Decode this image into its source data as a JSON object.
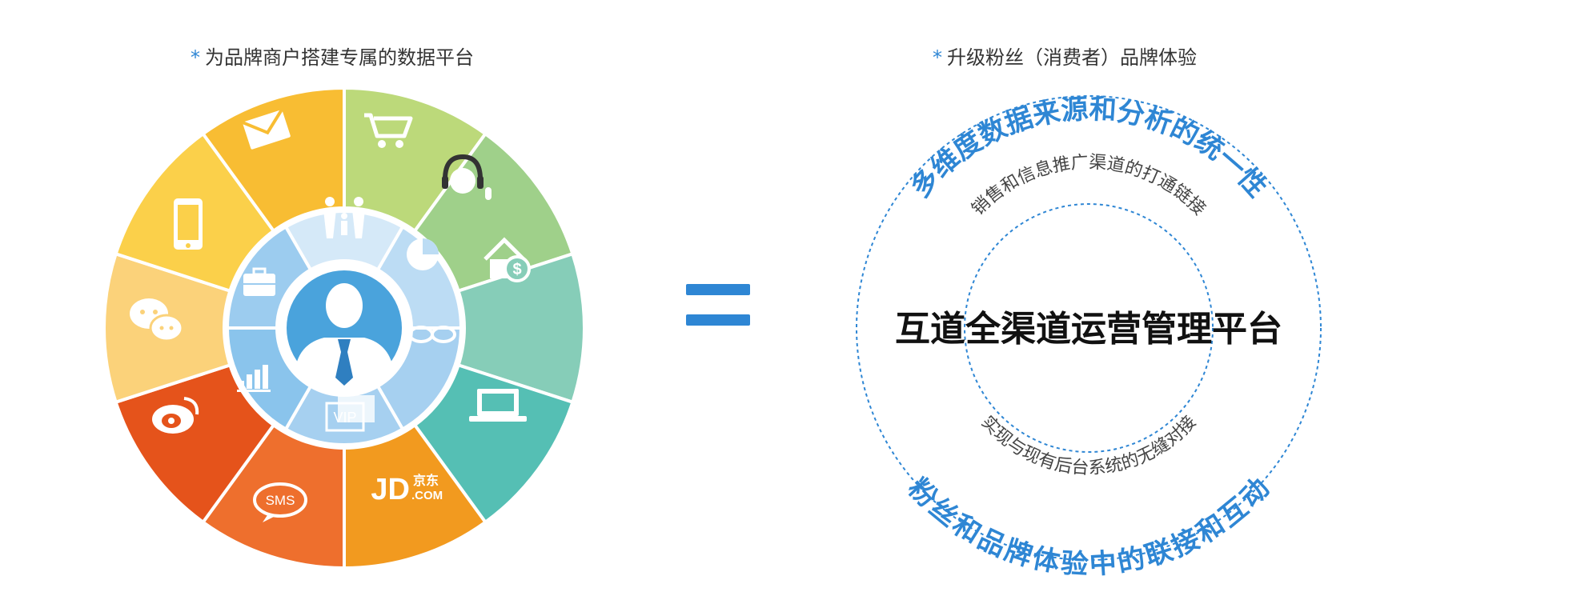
{
  "left_caption": {
    "star": "*",
    "text": "为品牌商户搭建专属的数据平台"
  },
  "right_caption": {
    "star": "*",
    "text": "升级粉丝（消费者）品牌体验"
  },
  "equals_sign": "=",
  "wheel": {
    "outer_segments": [
      {
        "icon": "shopping-cart-icon",
        "color": "#bcd97a"
      },
      {
        "icon": "headset-agent-icon",
        "color": "#9fd08a"
      },
      {
        "icon": "house-dollar-icon",
        "color": "#86cdb8"
      },
      {
        "icon": "laptop-cart-icon",
        "color": "#55bfb4"
      },
      {
        "icon": "jd-logo-icon",
        "color": "#f29a1f",
        "labels": [
          "JD",
          "京东",
          ".COM"
        ]
      },
      {
        "icon": "sms-bubble-icon",
        "color": "#ee6f2d",
        "label": "SMS"
      },
      {
        "icon": "weibo-icon",
        "color": "#e5531b"
      },
      {
        "icon": "wechat-icon",
        "color": "#fbd27a"
      },
      {
        "icon": "mobile-cart-icon",
        "color": "#fbd04a"
      },
      {
        "icon": "envelope-icon",
        "color": "#f8bd33"
      }
    ],
    "inner_segments": [
      {
        "icon": "family-icon",
        "color": "#d5e9f8"
      },
      {
        "icon": "pie-chart-icon",
        "color": "#bcdcf4"
      },
      {
        "icon": "glasses-icon",
        "color": "#a6d0f0"
      },
      {
        "icon": "vip-card-icon",
        "color": "#a6d0f0",
        "label": "VIP"
      },
      {
        "icon": "bar-chart-icon",
        "color": "#8ac4ec"
      },
      {
        "icon": "briefcase-icon",
        "color": "#9cccef"
      }
    ],
    "center_icon": "businessman-avatar-icon"
  },
  "rings": {
    "center_title": "互道全渠道运营管理平台",
    "outer_top_text": "多维度数据来源和分析的统一性",
    "inner_top_text": "销售和信息推广渠道的打通链接",
    "inner_bottom_text": "实现与现有后台系统的无缝对接",
    "outer_bottom_text": "粉丝和品牌体验中的联接和互动",
    "accent_color": "#2e86d4"
  }
}
